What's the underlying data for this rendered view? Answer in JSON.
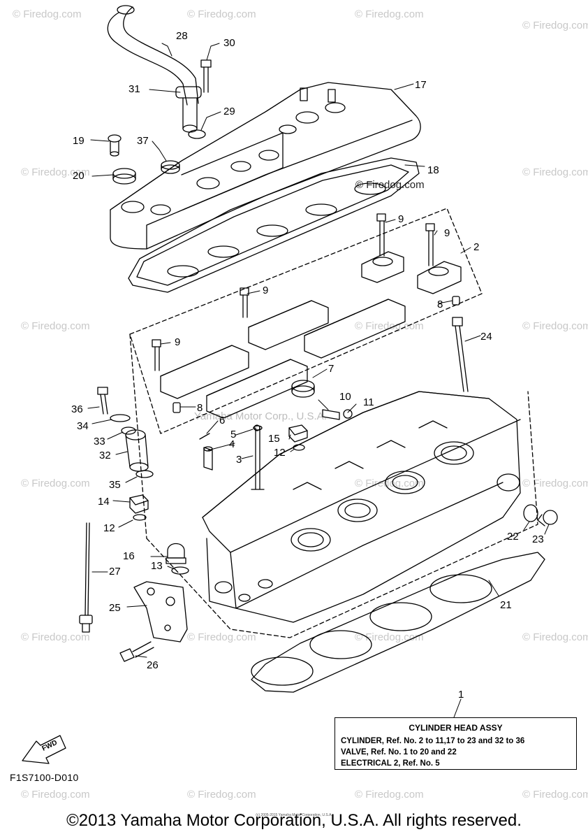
{
  "callouts": {
    "1": "1",
    "2": "2",
    "3": "3",
    "4": "4",
    "5": "5",
    "6": "6",
    "7": "7",
    "8a": "8",
    "8b": "8",
    "9a": "9",
    "9b": "9",
    "9c": "9",
    "9d": "9",
    "10": "10",
    "11": "11",
    "12a": "12",
    "12b": "12",
    "13": "13",
    "14": "14",
    "15": "15",
    "16": "16",
    "17": "17",
    "18": "18",
    "19": "19",
    "20": "20",
    "21": "21",
    "22": "22",
    "23": "23",
    "24": "24",
    "25": "25",
    "26": "26",
    "27": "27",
    "28": "28",
    "29": "29",
    "30": "30",
    "31": "31",
    "32": "32",
    "33": "33",
    "34": "34",
    "35": "35",
    "36": "36",
    "37": "37"
  },
  "legend": {
    "title": "CYLINDER HEAD ASSY",
    "line1": "CYLINDER, Ref. No. 2 to 11,17 to 23 and 32 to 36",
    "line2": "VALVE, Ref. No. 1 to 20 and 22",
    "line3": "ELECTRICAL 2, Ref. No. 5"
  },
  "fwd_label": "FWD",
  "diagram_code": "F1S7100-D010",
  "footer": "©2013 Yamaha Motor Corporation, U.S.A. All rights reserved.",
  "tiny_footer": "(c) 2005-2015 Yamaha Motor Corporation, U.S.A.",
  "watermarks": {
    "firedog": "© Firedog.com",
    "center": "Yamaha Motor Corp., U.S.A.",
    "label18": "© Firedog.com"
  }
}
